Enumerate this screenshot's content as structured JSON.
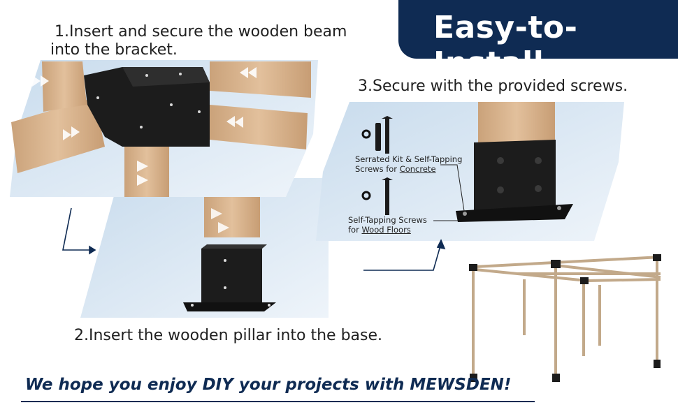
{
  "banner": {
    "title": "Easy-to-Install"
  },
  "steps": [
    {
      "line1": "1.Insert and secure the wooden beam",
      "line2": "into the bracket."
    },
    {
      "text": "2.Insert the wooden pillar into the base."
    },
    {
      "text": "3.Secure with the provided screws."
    }
  ],
  "screws": {
    "concrete": {
      "line1": "Serrated Kit & Self-Tapping",
      "line2_prefix": "Screws for ",
      "line2_link": "Concrete"
    },
    "wood": {
      "line1": "Self-Tapping Screws",
      "line2_prefix": "for ",
      "line2_link": "Wood Floors"
    }
  },
  "footer": {
    "slogan": "We hope you enjoy DIY your projects with MEWSDEN!"
  },
  "colors": {
    "navy": "#0f2b53",
    "wood": "#d9b48c",
    "bracket": "#1c1c1c",
    "panel": "#dfeaf5"
  },
  "icons": [
    "arrow-icon",
    "bracket-icon",
    "screw-icon",
    "washer-icon"
  ]
}
